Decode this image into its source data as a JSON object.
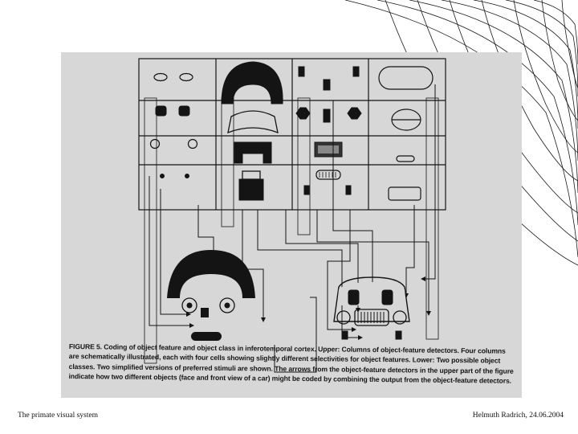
{
  "slide": {
    "figure_caption": "FIGURE 5. Coding of object feature and object class in inferotemporal cortex. Upper: Columns of object-feature detectors. Four columns are schematically illustrated, each with four cells showing slightly different selectivities for object features. Lower: Two possible object classes. Two simplified versions of preferred stimuli are shown. The arrows from the object-feature detectors in the upper part of the figure indicate how two different objects (face and front view of a car) might be coded by combining the output from the object-feature detectors.",
    "footer_left": "The primate visual system",
    "footer_right": "Helmuth Radrich, 24.06.2004"
  },
  "colors": {
    "background": "#ffffff",
    "photo_background": "#d7d7d7",
    "figure_ink": "#141414",
    "deco_lines": "#1a1a1a"
  }
}
